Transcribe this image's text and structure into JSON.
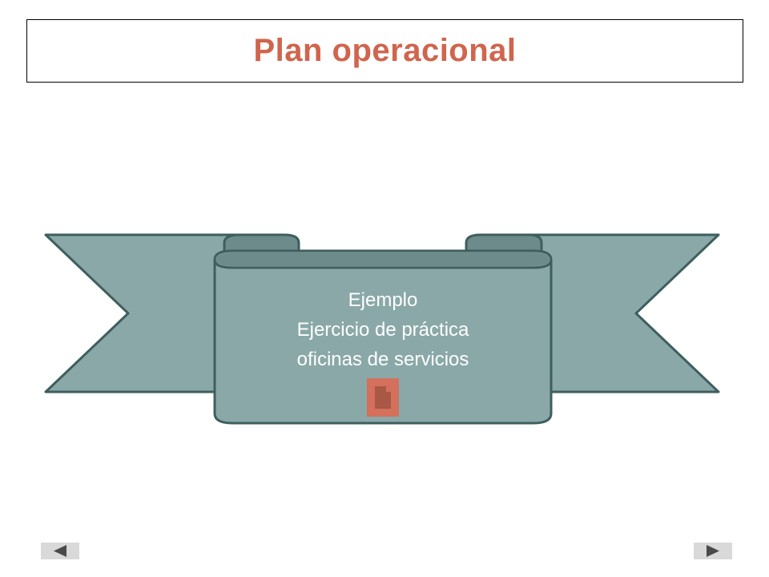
{
  "slide": {
    "title": "Plan operacional"
  },
  "banner": {
    "line1": "Ejemplo",
    "line2": "Ejercicio de práctica",
    "line3": "oficinas de servicios",
    "doc_icon": "document-icon"
  },
  "navigation": {
    "prev_icon": "triangle-left-icon",
    "next_icon": "triangle-right-icon"
  },
  "colors": {
    "title": "#d0654d",
    "banner_fill": "#8aa8a8",
    "banner_fold": "#6e8b8b",
    "banner_stroke": "#3f5e5e",
    "doc_button": "#d4705c",
    "doc_icon": "#a85845",
    "nav_button": "#d9d9d9",
    "nav_arrow": "#4a4a4a"
  }
}
